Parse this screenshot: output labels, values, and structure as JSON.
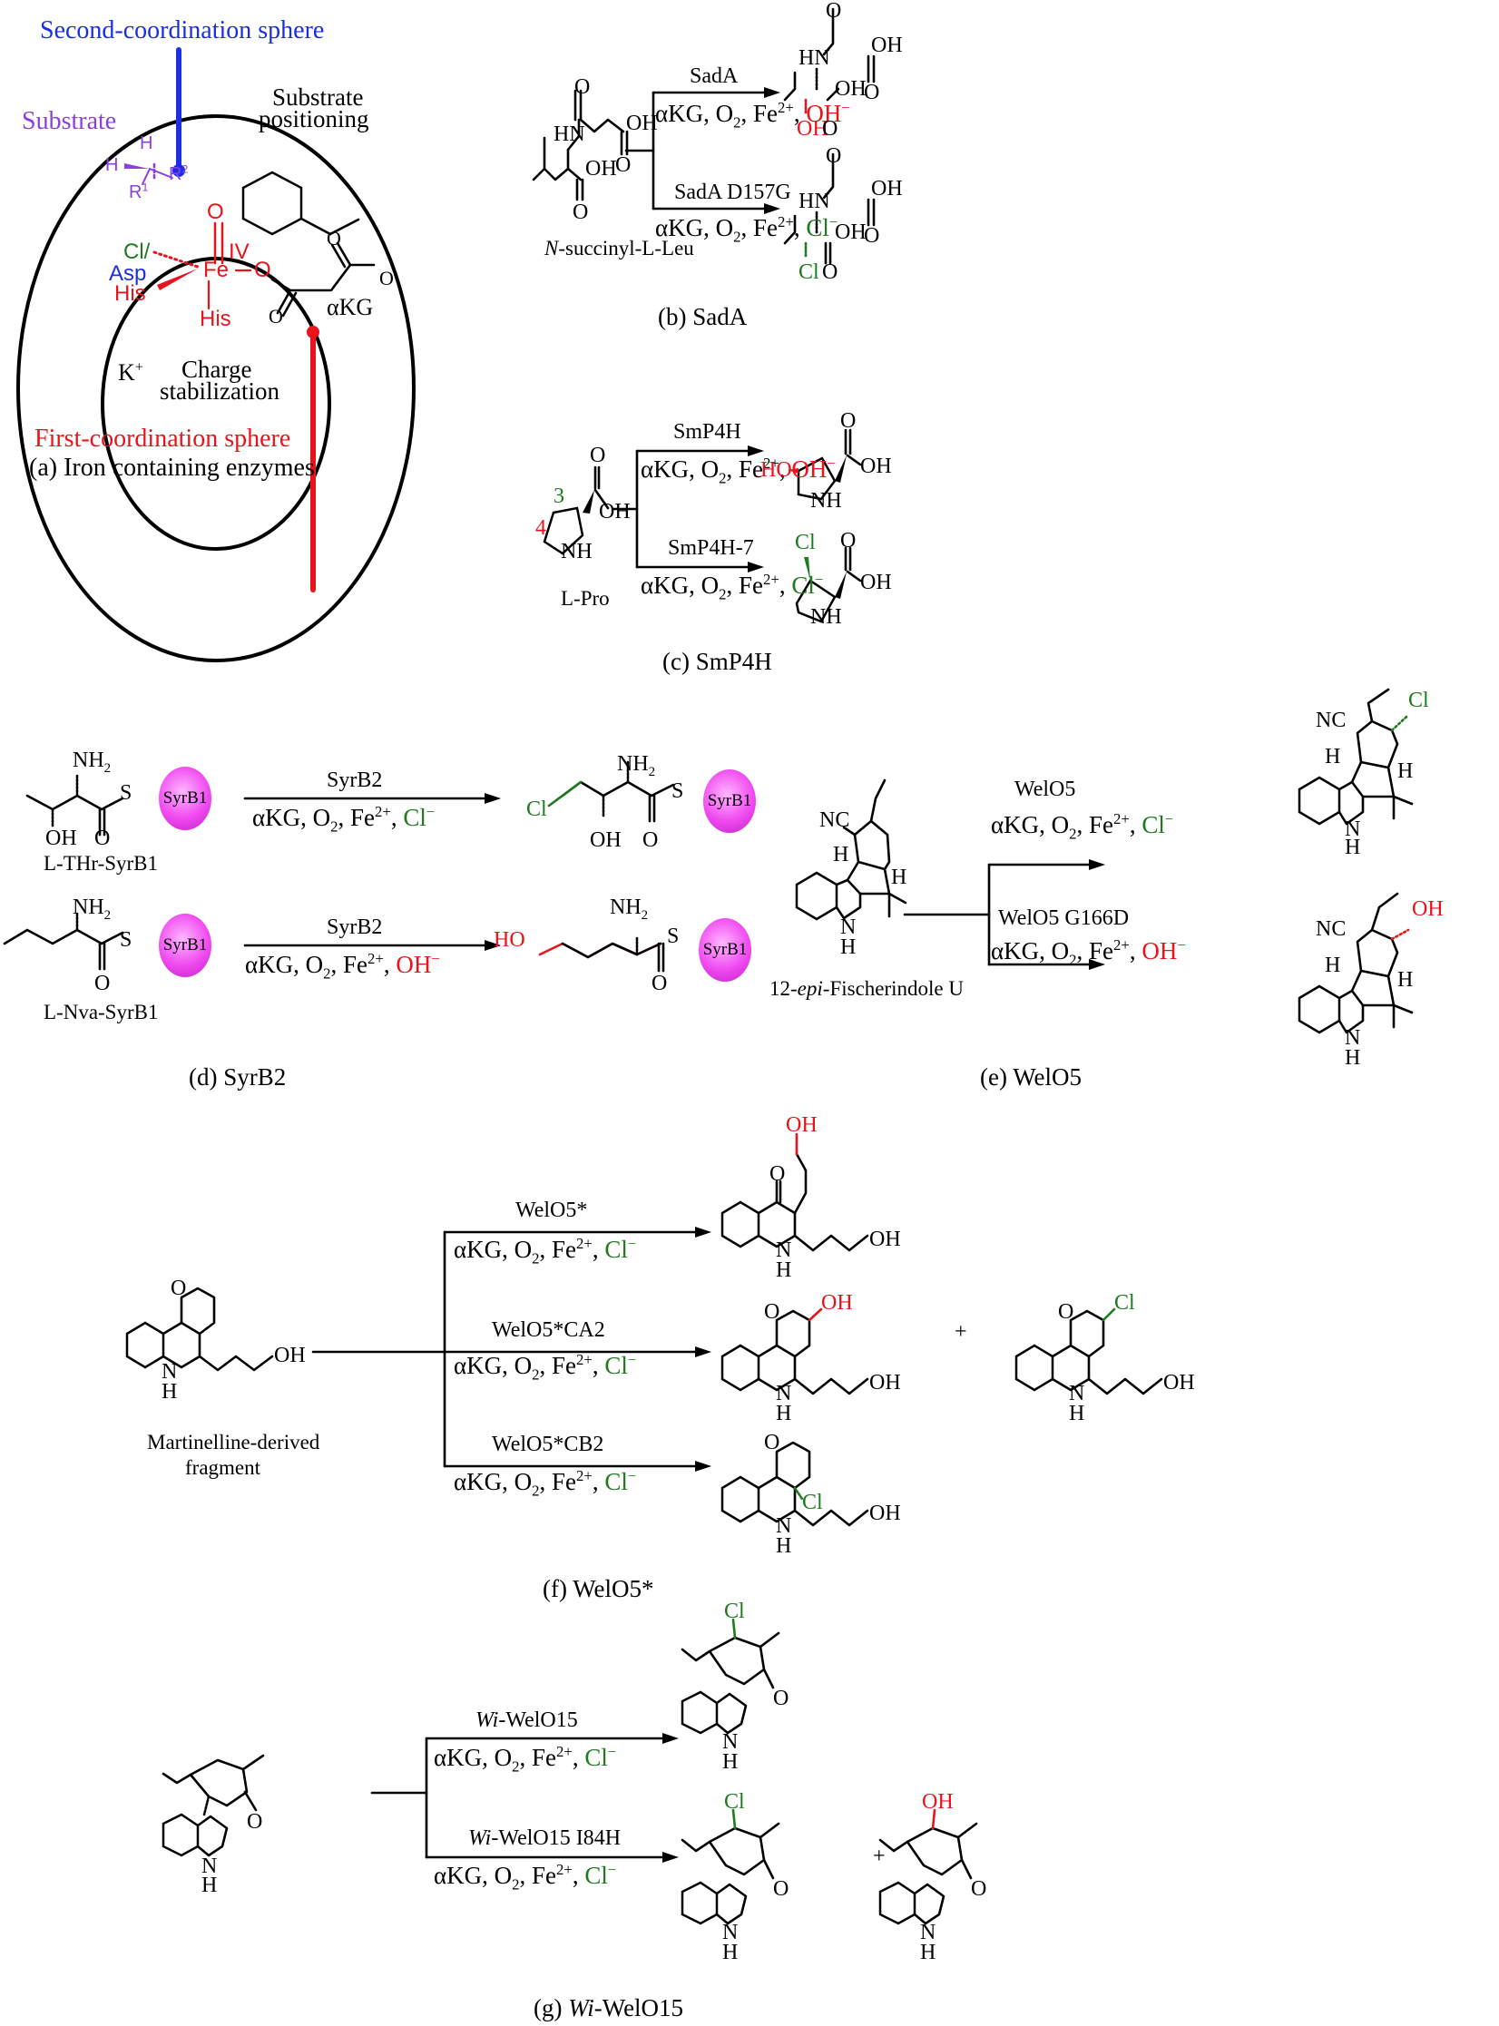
{
  "colors": {
    "oxidant_red": "#e8141c",
    "chloride_green": "#1e7a1e",
    "second_sphere_blue": "#1b2ee6",
    "substrate_purple": "#8a3fe0",
    "carrier_protein_magenta": "#f04af0"
  },
  "panel_a": {
    "caption": "(a) Iron containing enzymes",
    "second_sphere_label": "Second-coordination sphere",
    "first_sphere_label": "First-coordination sphere",
    "substrate_label": "Substrate",
    "substrate_positioning": [
      "Substrate",
      "positioning"
    ],
    "charge_stabilization": [
      "Charge",
      "stabilization"
    ],
    "potassium": "K",
    "potassium_charge": "+",
    "akg_label": "αKG",
    "metal_center": {
      "metal": "Fe",
      "oxidation_state": "IV",
      "oxo": "O",
      "ligands": [
        "Cl/",
        "Asp",
        "His",
        "His"
      ],
      "bridge_oxygen": "O"
    },
    "substrate_atoms": {
      "h_top": "H",
      "h_left": "H",
      "r1": "R",
      "r1_sup": "1",
      "r2": "R",
      "r2_sup": "2"
    },
    "akg_atoms": {
      "o_top": "O",
      "o_bottom": "O",
      "o_right": "O"
    }
  },
  "panel_b": {
    "caption": "(b) SadA",
    "substrate_name_italic": "N",
    "substrate_name_rest": "-succinyl-L-Leu",
    "reactions": [
      {
        "enzyme": "SadA",
        "conditions_base": "αKG, O",
        "o2_sub": "2",
        "fe": ", Fe",
        "fe_charge": "2+",
        "sep": ", ",
        "ion": "OH",
        "ion_charge": "−",
        "ion_color": "red",
        "product_group": "OH"
      },
      {
        "enzyme": "SadA D157G",
        "conditions_base": "αKG, O",
        "o2_sub": "2",
        "fe": ", Fe",
        "fe_charge": "2+",
        "sep": ", ",
        "ion": "Cl",
        "ion_charge": "−",
        "ion_color": "green",
        "product_group": "Cl"
      }
    ],
    "atoms": {
      "o": "O",
      "oh": "OH",
      "hn": "HN"
    }
  },
  "panel_c": {
    "caption": "(c) SmP4H",
    "substrate_name": "L-Pro",
    "position_labels": {
      "c3": "3",
      "c4": "4"
    },
    "reactions": [
      {
        "enzyme": "SmP4H",
        "conditions_base": "αKG, O",
        "o2_sub": "2",
        "fe": ", Fe",
        "fe_charge": "2+",
        "sep": ", ",
        "ion": "OH",
        "ion_charge": "−",
        "ion_color": "red",
        "product_group": "HO"
      },
      {
        "enzyme": "SmP4H-7",
        "conditions_base": "αKG, O",
        "o2_sub": "2",
        "fe": ", Fe",
        "fe_charge": "2+",
        "sep": ", ",
        "ion": "Cl",
        "ion_charge": "−",
        "ion_color": "green",
        "product_group": "Cl"
      }
    ],
    "atoms": {
      "o": "O",
      "oh": "OH",
      "nh": "NH"
    }
  },
  "panel_d": {
    "caption": "(d) SyrB2",
    "carrier": "SyrB1",
    "reactions": [
      {
        "substrate_name": "L-THr-SyrB1",
        "enzyme": "SyrB2",
        "conditions_base": "αKG, O",
        "o2_sub": "2",
        "fe": ", Fe",
        "fe_charge": "2+",
        "sep": ", ",
        "ion": "Cl",
        "ion_charge": "−",
        "ion_color": "green",
        "product_group": "Cl"
      },
      {
        "substrate_name": "L-Nva-SyrB1",
        "enzyme": "SyrB2",
        "conditions_base": "αKG, O",
        "o2_sub": "2",
        "fe": ", Fe",
        "fe_charge": "2+",
        "sep": ", ",
        "ion": "OH",
        "ion_charge": "−",
        "ion_color": "red",
        "product_group": "HO"
      }
    ],
    "atoms": {
      "nh2": "NH",
      "nh2_sub": "2",
      "s": "S",
      "oh": "OH",
      "o": "O"
    }
  },
  "panel_e": {
    "caption": "(e) WelO5",
    "substrate_name_prefix": "12-",
    "substrate_name_italic": "epi",
    "substrate_name_rest": "-Fischerindole U",
    "reactions": [
      {
        "enzyme": "WelO5",
        "conditions_base": "αKG, O",
        "o2_sub": "2",
        "fe": ", Fe",
        "fe_charge": "2+",
        "sep": ", ",
        "ion": "Cl",
        "ion_charge": "−",
        "ion_color": "green",
        "product_group": "Cl"
      },
      {
        "enzyme": "WelO5 G166D",
        "conditions_base": "αKG, O",
        "o2_sub": "2",
        "fe": ", Fe",
        "fe_charge": "2+",
        "sep": ", ",
        "ion": "OH",
        "ion_charge": "−",
        "ion_color": "red",
        "product_group": "OH"
      }
    ],
    "atoms": {
      "nc": "NC",
      "h": "H",
      "n": "N"
    }
  },
  "panel_f": {
    "caption": "(f) WelO5*",
    "substrate_name": [
      "Martinelline-derived",
      "fragment"
    ],
    "plus": "+",
    "reactions": [
      {
        "enzyme": "WelO5*",
        "conditions_base": "αKG, O",
        "o2_sub": "2",
        "fe": ", Fe",
        "fe_charge": "2+",
        "sep": ", ",
        "ion": "Cl",
        "ion_charge": "−",
        "ion_color": "green",
        "product_group": "OH"
      },
      {
        "enzyme": "WelO5*CA2",
        "conditions_base": "αKG, O",
        "o2_sub": "2",
        "fe": ", Fe",
        "fe_charge": "2+",
        "sep": ", ",
        "ion": "Cl",
        "ion_charge": "−",
        "ion_color": "green",
        "product_group": "OH",
        "side_product_group": "Cl"
      },
      {
        "enzyme": "WelO5*CB2",
        "conditions_base": "αKG, O",
        "o2_sub": "2",
        "fe": ", Fe",
        "fe_charge": "2+",
        "sep": ", ",
        "ion": "Cl",
        "ion_charge": "−",
        "ion_color": "green",
        "product_group": "Cl"
      }
    ],
    "atoms": {
      "o": "O",
      "n": "N",
      "h": "H",
      "oh": "OH"
    }
  },
  "panel_g": {
    "caption_prefix": "(g) ",
    "caption_italic": "Wi",
    "caption_rest": "-WelO15",
    "plus": "+",
    "reactions": [
      {
        "enzyme_italic": "Wi",
        "enzyme_rest": "-WelO15",
        "conditions_base": "αKG, O",
        "o2_sub": "2",
        "fe": ", Fe",
        "fe_charge": "2+",
        "sep": ", ",
        "ion": "Cl",
        "ion_charge": "−",
        "ion_color": "green",
        "product_group": "Cl"
      },
      {
        "enzyme_italic": "Wi",
        "enzyme_rest": "-WelO15 I84H",
        "conditions_base": "αKG, O",
        "o2_sub": "2",
        "fe": ", Fe",
        "fe_charge": "2+",
        "sep": ", ",
        "ion": "Cl",
        "ion_charge": "−",
        "ion_color": "green",
        "product_group": "Cl",
        "side_product_group": "OH"
      }
    ],
    "atoms": {
      "o": "O",
      "n": "N",
      "h": "H"
    }
  }
}
